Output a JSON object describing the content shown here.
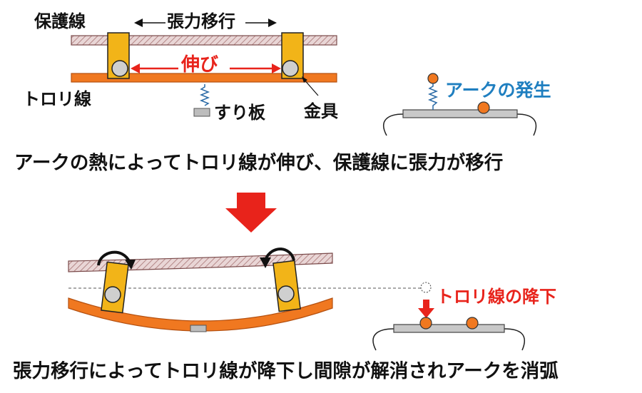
{
  "labels": {
    "protective_wire": "保護線",
    "tension_transfer": "張力移行",
    "elongation": "伸び",
    "trolley_wire": "トロリ線",
    "contact_strip": "すり板",
    "fitting": "金具",
    "arc_occurrence": "アークの発生",
    "trolley_wire_drop": "トロリ線の降下"
  },
  "captions": {
    "top": "アークの熱によってトロリ線が伸び、保護線に張力が移行",
    "bottom": "張力移行によってトロリ線が降下し間隙が解消されアークを消弧"
  },
  "colors": {
    "trolley_wire": "#f07820",
    "protective_wire": "#c8a7a7",
    "fitting": "#f2b418",
    "arrow_red": "#e8231b",
    "arc_text_blue": "#1f7fc0",
    "drop_text_red": "#e8231b",
    "strip_gray": "#c8c8c8"
  }
}
